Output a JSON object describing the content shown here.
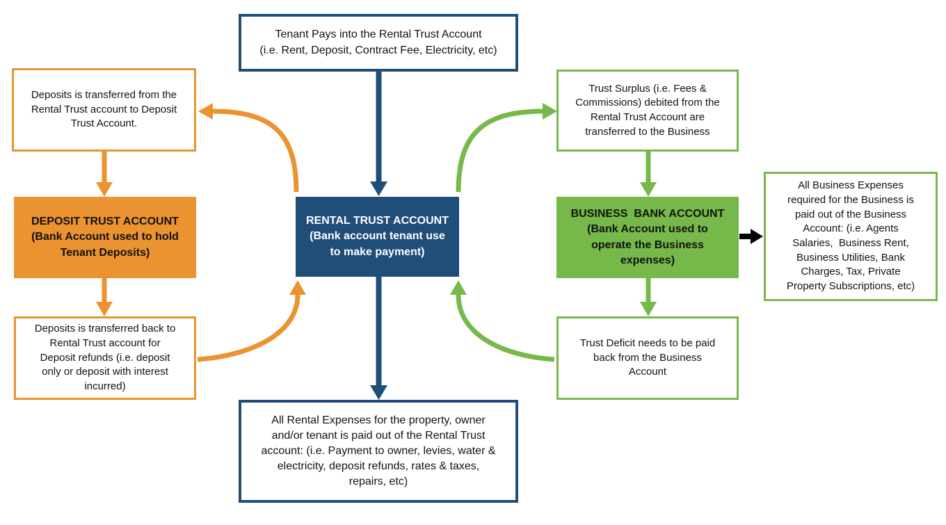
{
  "colors": {
    "navy": "#1F4E79",
    "orange": "#EA9330",
    "green": "#76B94A",
    "black": "#000000"
  },
  "boxes": {
    "tenant_pays": "Tenant Pays into the Rental Trust Account\n(i.e. Rent, Deposit, Contract Fee, Electricity, etc)",
    "deposit_from_rental": "Deposits is transferred from the\nRental Trust account to Deposit\nTrust Account.",
    "deposit_trust_account": "DEPOSIT TRUST ACCOUNT\n(Bank Account used to hold\nTenant Deposits)",
    "deposit_back_to_rental": "Deposits is transferred back to\nRental Trust account for\nDeposit refunds (i.e. deposit\nonly or deposit with interest\nincurred)",
    "rental_trust_account": "RENTAL TRUST ACCOUNT\n(Bank account tenant use\nto make payment)",
    "rental_expenses": "All Rental Expenses for the property, owner\nand/or tenant is paid out of the Rental Trust\naccount: (i.e. Payment to owner, levies, water &\nelectricity, deposit refunds, rates & taxes,\nrepairs, etc)",
    "trust_surplus": "Trust Surplus (i.e. Fees &\nCommissions) debited from the\nRental Trust Account are\ntransferred to the Business",
    "business_bank_account": "BUSINESS  BANK ACCOUNT\n(Bank Account used to\noperate the Business\nexpenses)",
    "trust_deficit": "Trust Deficit needs to be paid\nback from the Business\nAccount",
    "business_expenses": "All Business Expenses\nrequired for the Business is\npaid out of the Business\nAccount: (i.e. Agents\nSalaries,  Business Rent,\nBusiness Utilities, Bank\nCharges, Tax, Private\nProperty Subscriptions, etc)"
  }
}
